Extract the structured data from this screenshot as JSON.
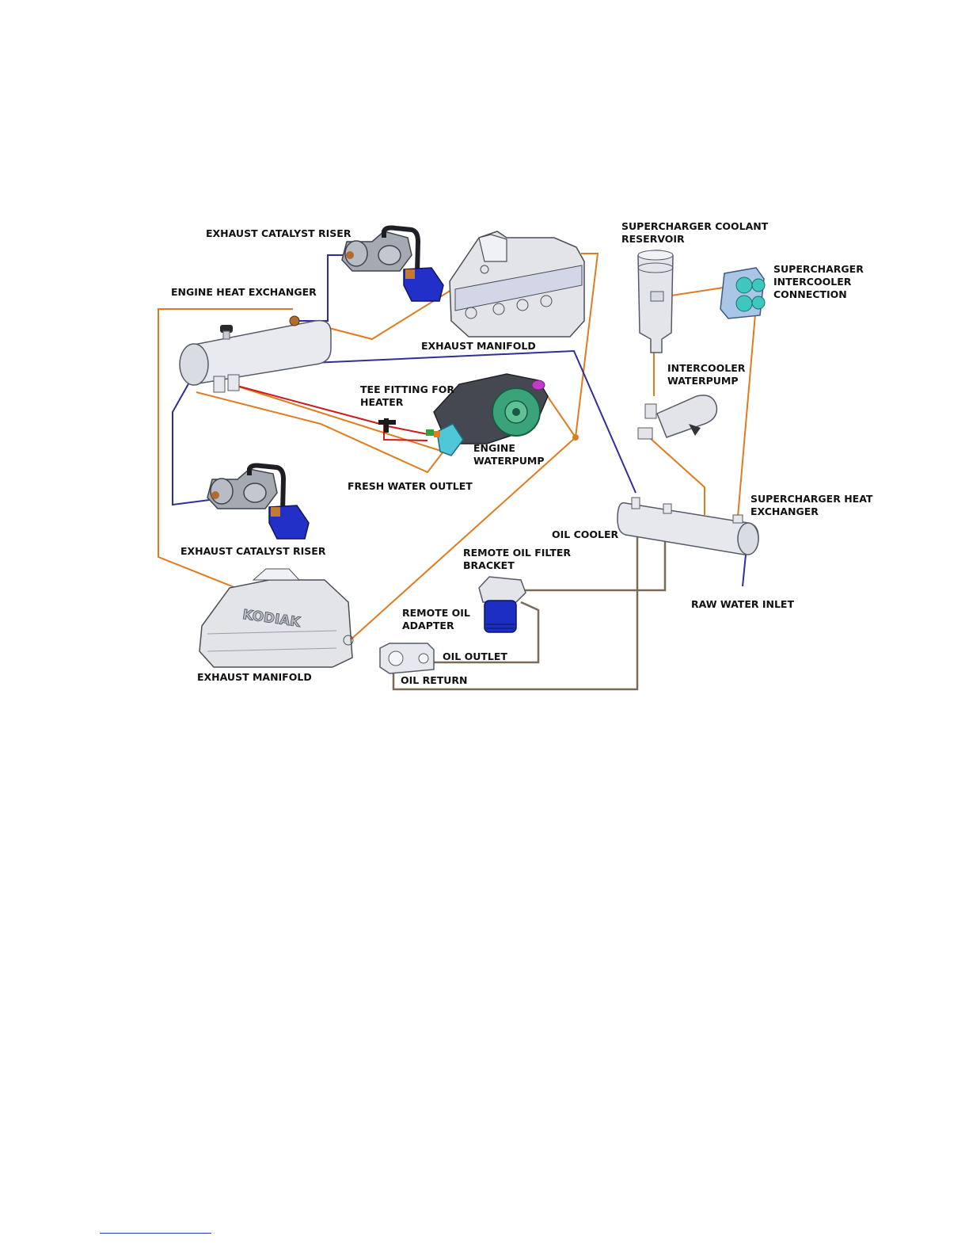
{
  "diagram": {
    "colors": {
      "coolant_line": "#e07b1e",
      "raw_water_line": "#2e2f9a",
      "heater_line": "#c81e1e",
      "oil_line": "#7a6a5a",
      "component_body": "#e6e8ee",
      "outline": "#555a66",
      "blue_part": "#1c2fc2",
      "cyan_part": "#4fc7d8",
      "green_part": "#3aa37a",
      "magenta_part": "#c23ac9"
    },
    "labels": {
      "exhaust_catalyst_riser_top": "EXHAUST CATALYST RISER",
      "engine_heat_exchanger": "ENGINE HEAT EXCHANGER",
      "exhaust_manifold_top": "EXHAUST MANIFOLD",
      "supercharger_coolant_reservoir_1": "SUPERCHARGER COOLANT",
      "supercharger_coolant_reservoir_2": "RESERVOIR",
      "supercharger_intercooler_connection_1": "SUPERCHARGER",
      "supercharger_intercooler_connection_2": "INTERCOOLER",
      "supercharger_intercooler_connection_3": "CONNECTION",
      "tee_fitting_1": "TEE FITTING FOR",
      "tee_fitting_2": "HEATER",
      "intercooler_waterpump_1": "INTERCOOLER",
      "intercooler_waterpump_2": "WATERPUMP",
      "engine_waterpump_1": "ENGINE",
      "engine_waterpump_2": "WATERPUMP",
      "fresh_water_outlet": "FRESH WATER OUTLET",
      "supercharger_heat_exchanger_1": "SUPERCHARGER HEAT",
      "supercharger_heat_exchanger_2": "EXCHANGER",
      "oil_cooler": "OIL COOLER",
      "exhaust_catalyst_riser_bottom": "EXHAUST CATALYST RISER",
      "remote_oil_filter_bracket_1": "REMOTE OIL FILTER",
      "remote_oil_filter_bracket_2": "BRACKET",
      "remote_oil_adapter_1": "REMOTE OIL",
      "remote_oil_adapter_2": "ADAPTER",
      "raw_water_inlet": "RAW WATER INLET",
      "oil_outlet": "OIL OUTLET",
      "oil_return": "OIL RETURN",
      "exhaust_manifold_bottom": "EXHAUST MANIFOLD",
      "manifold_brand": "KODIAK"
    }
  }
}
